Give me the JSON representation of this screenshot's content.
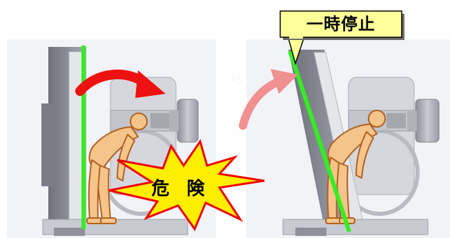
{
  "callout": {
    "label": "一時停止"
  },
  "warning": {
    "label": "危 険"
  },
  "stray_text": {
    "left_label": "75",
    "middle_label": "75"
  },
  "colors": {
    "beam_green": "#33ee22",
    "rotation_arrow_red": "#ee1111",
    "rotation_arrow_pink": "#f09090",
    "burst_yellow": "#ffee00",
    "burst_red": "#ee0000",
    "callout_fill": "#ffff99",
    "person_skin": "#f5c48a",
    "person_outline": "#b0601f"
  },
  "icons": {
    "left_arrow": "curved-arrow-right-icon",
    "right_arrow": "curved-arrow-up-icon",
    "burst": "explosion-burst-icon",
    "person": "bending-person-icon"
  }
}
